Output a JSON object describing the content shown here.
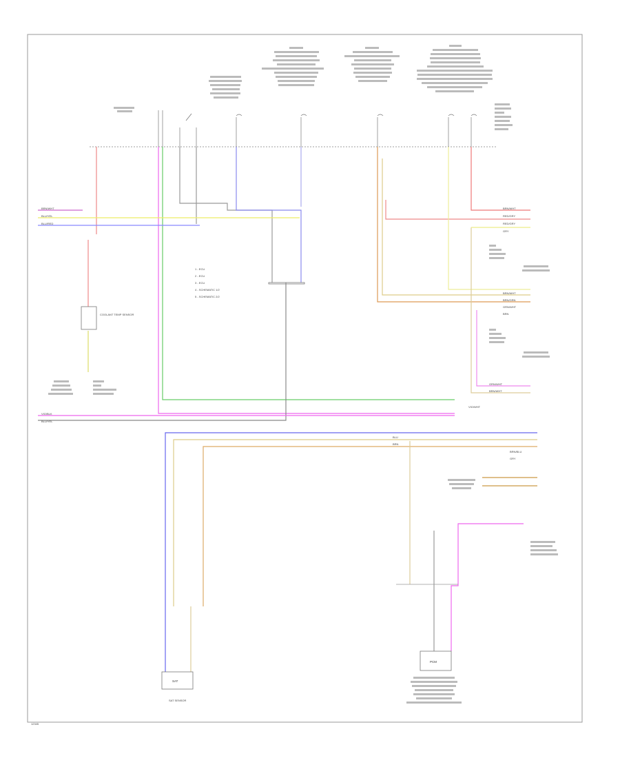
{
  "connector_labels": {
    "left_top": [
      "BRN/WHT",
      "BLU/YEL",
      "BLU/RED"
    ],
    "right_upper": [
      "BRN/WHT",
      "RED/GRY",
      "RED/GRY",
      "GRY"
    ],
    "right_mid": [
      "BRN/WHT",
      "BRN/GRN",
      "GRN/WHT",
      "BRN"
    ],
    "right_lower": [
      "GRN/WHT",
      "BRN/WHT",
      "VIO/WHT"
    ],
    "bottom_right": [
      "BLU",
      "BRN",
      "BRN/BLU",
      "GRY"
    ],
    "left_bottom": [
      "VIO/BLK",
      "BLU/YEL"
    ]
  },
  "legend": [
    "1 - ECU",
    "2 - ECU",
    "3 - ECU",
    "4 - SCHEMATIC 1/2",
    "5 - SCHEMATIC 2/2"
  ],
  "components": {
    "left_module": "COOLANT TEMP SENSOR",
    "sensor_bottom_left": "SAT",
    "sensor_bottom_left_caption": "SAT SENSOR",
    "module_bottom_right": "PCM",
    "footer_code": "12345"
  }
}
